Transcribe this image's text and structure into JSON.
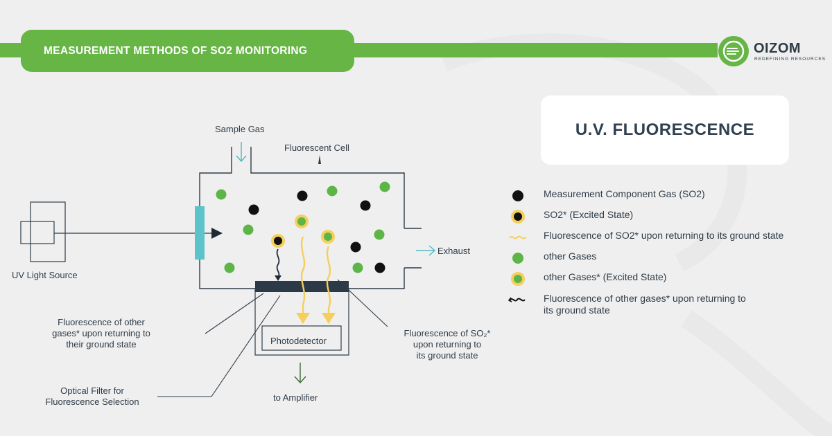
{
  "header": {
    "title": "MEASUREMENT METHODS OF SO2 MONITORING",
    "logo_text": "OIZOM",
    "logo_tagline": "REDEFINING RESOURCES"
  },
  "method": {
    "title": "U.V. FLUORESCENCE"
  },
  "diagram": {
    "labels": {
      "sample_gas": "Sample Gas",
      "fluorescent_cell": "Fluorescent Cell",
      "exhaust": "Exhaust",
      "uv_light_source": "UV Light Source",
      "photodetector": "Photodetector",
      "to_amplifier": "to Amplifier",
      "other_gases_fluorescence": [
        "Fluorescence of other",
        "gases* upon returning to",
        "their ground state"
      ],
      "optical_filter": [
        "Optical Filter for",
        "Fluorescence Selection"
      ],
      "so2_fluorescence": [
        "Fluorescence of SO₂*",
        "upon returning to",
        "its ground state"
      ]
    }
  },
  "legend": {
    "items": [
      {
        "icon": "black-dot-icon",
        "label": "Measurement Component Gas (SO2)"
      },
      {
        "icon": "excited-so2-icon",
        "label": "SO2* (Excited State)"
      },
      {
        "icon": "yellow-wave-icon",
        "label": "Fluorescence of SO2* upon returning to its ground state"
      },
      {
        "icon": "green-dot-icon",
        "label": "other Gases"
      },
      {
        "icon": "excited-green-icon",
        "label": "other Gases* (Excited State)"
      },
      {
        "icon": "black-wave-icon",
        "label": [
          "Fluorescence of other gases* upon returning to",
          "its ground state"
        ]
      }
    ]
  },
  "colors": {
    "brand_green": "#66b545",
    "dot_green": "#5db547",
    "yellow": "#f5cf5b",
    "cyan": "#5bc3c9",
    "dark": "#2f3c48",
    "filter": "#2c3a48"
  }
}
